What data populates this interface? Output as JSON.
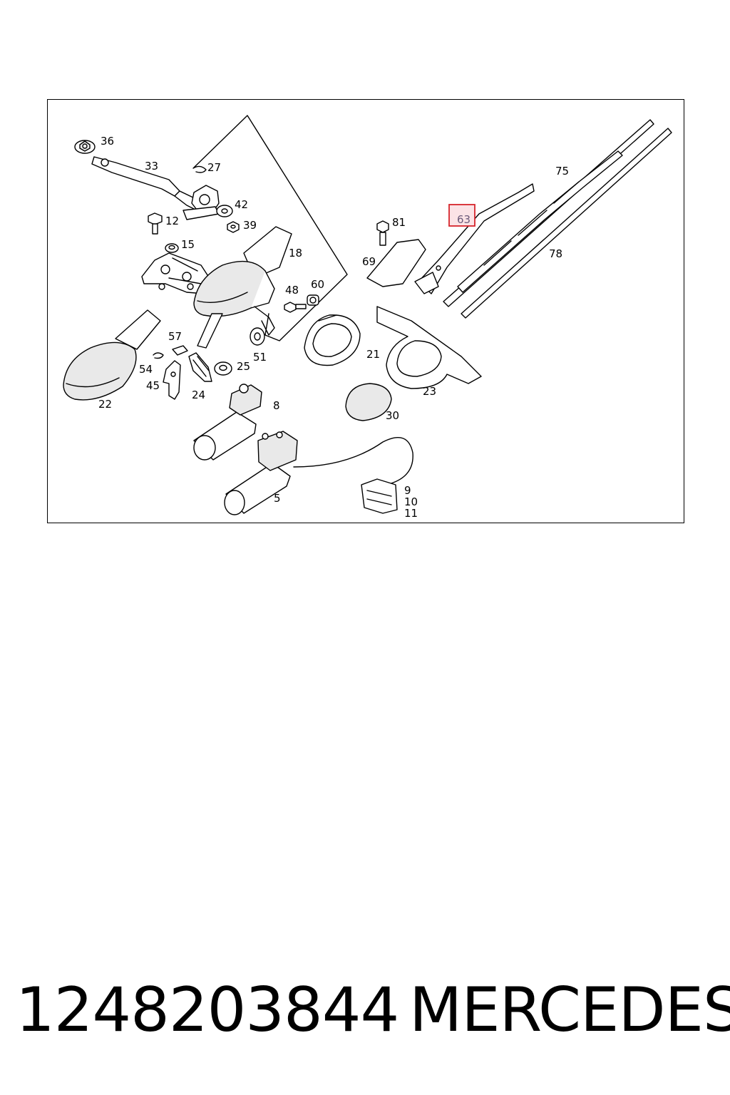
{
  "diagram": {
    "callouts": [
      "36",
      "33",
      "27",
      "42",
      "12",
      "39",
      "15",
      "18",
      "81",
      "63",
      "75",
      "69",
      "78",
      "48",
      "60",
      "57",
      "21",
      "54",
      "25",
      "51",
      "45",
      "24",
      "22",
      "8",
      "23",
      "30",
      "5",
      "9",
      "10",
      "11"
    ],
    "highlighted_callout": "63",
    "highlight_color": "#d6252c",
    "highlight_fill": "#fbe3e6"
  },
  "caption": {
    "part_number": "1248203844",
    "brand": "MERCEDES"
  }
}
